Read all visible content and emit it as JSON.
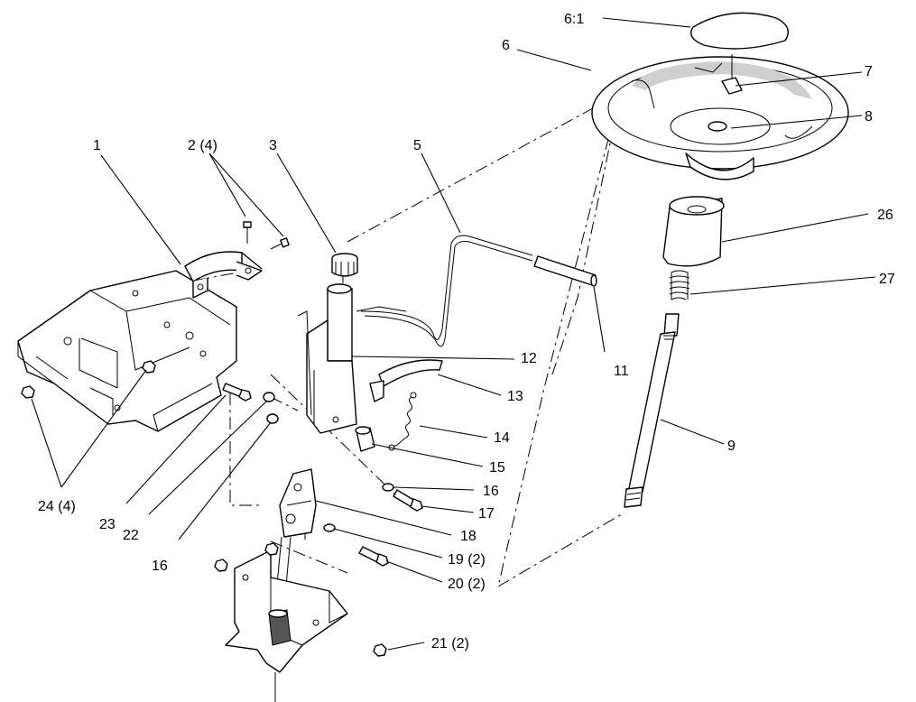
{
  "callouts": [
    {
      "id": "c1",
      "text": "1"
    },
    {
      "id": "c2",
      "text": "2 (4)"
    },
    {
      "id": "c3",
      "text": "3"
    },
    {
      "id": "c5",
      "text": "5"
    },
    {
      "id": "c6",
      "text": "6"
    },
    {
      "id": "c61",
      "text": "6:1"
    },
    {
      "id": "c7",
      "text": "7"
    },
    {
      "id": "c8",
      "text": "8"
    },
    {
      "id": "c26",
      "text": "26"
    },
    {
      "id": "c27",
      "text": "27"
    },
    {
      "id": "c12",
      "text": "12"
    },
    {
      "id": "c11",
      "text": "11"
    },
    {
      "id": "c13",
      "text": "13"
    },
    {
      "id": "c14",
      "text": "14"
    },
    {
      "id": "c9",
      "text": "9"
    },
    {
      "id": "c15",
      "text": "15"
    },
    {
      "id": "c16a",
      "text": "16"
    },
    {
      "id": "c17",
      "text": "17"
    },
    {
      "id": "c18",
      "text": "18"
    },
    {
      "id": "c19",
      "text": "19 (2)"
    },
    {
      "id": "c20",
      "text": "20 (2)"
    },
    {
      "id": "c21",
      "text": "21 (2)"
    },
    {
      "id": "c24",
      "text": "24 (4)"
    },
    {
      "id": "c23",
      "text": "23"
    },
    {
      "id": "c22",
      "text": "22"
    },
    {
      "id": "c16b",
      "text": "16"
    }
  ]
}
